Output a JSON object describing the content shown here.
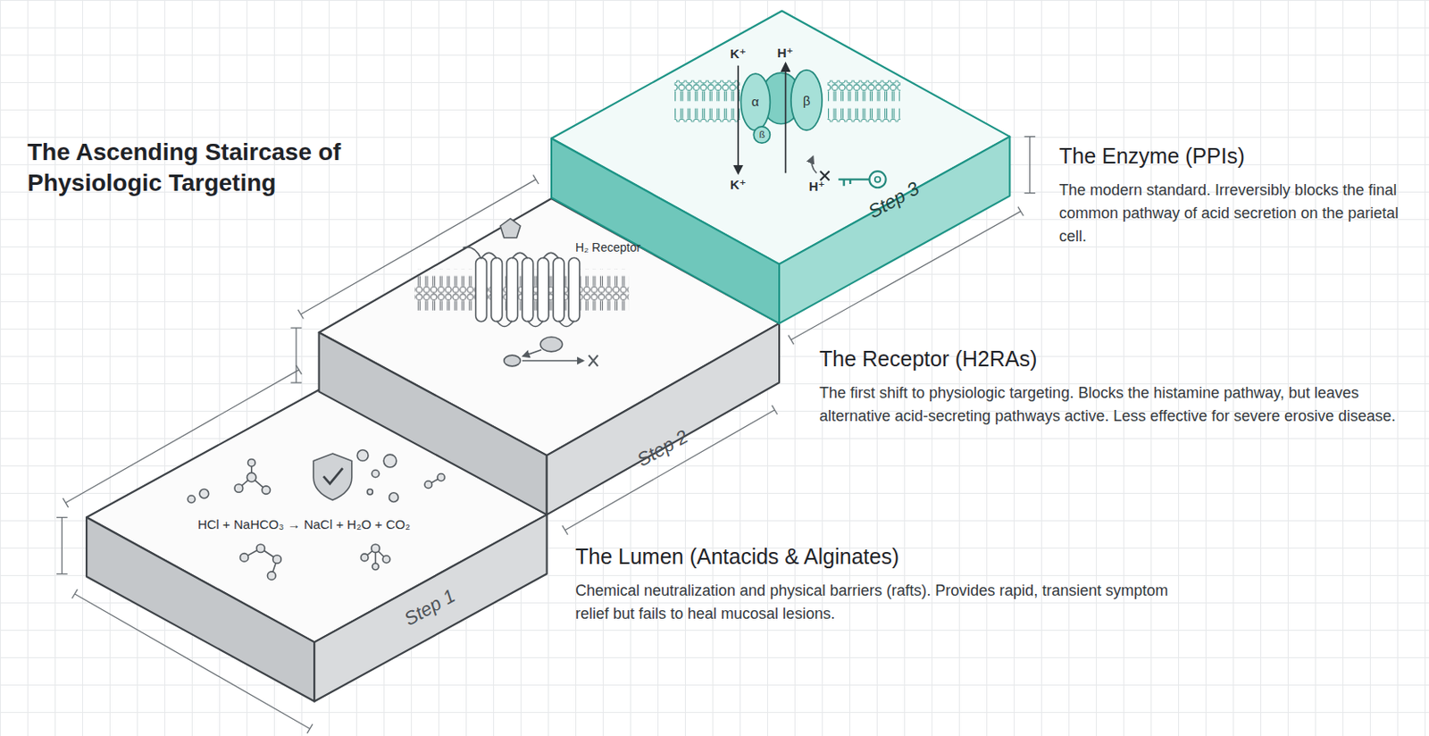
{
  "diagram": {
    "title": "The Ascending Staircase of Physiologic Targeting",
    "nodes": [
      {
        "text": [
          "Step 1",
          "The Lumen (Antacids & Alginates)",
          "Chemical neutralization and physical barriers (rafts). Provides rapid, transient symptom relief but fails to heal mucosal lesions."
        ]
      },
      {
        "text": [
          "Step 2",
          "The Receptor (H2RAs)",
          "The first shift to physiologic targeting. Blocks the histamine pathway, but leaves alternative acid-secreting pathways active. Less effective for severe erosive disease."
        ]
      },
      {
        "text": [
          "Step 3",
          "The Enzyme (PPIs)",
          "The modern standard. Irreversibly blocks the final common pathway of acid secretion on the parietal cell."
        ]
      }
    ],
    "labels": [
      "HCl + NaHCO₃ → NaCl + H₂O + CO₂",
      "H₂ Receptor",
      "K⁺",
      "H⁺",
      "α",
      "β",
      "ß",
      "K⁺",
      "H⁺"
    ]
  }
}
